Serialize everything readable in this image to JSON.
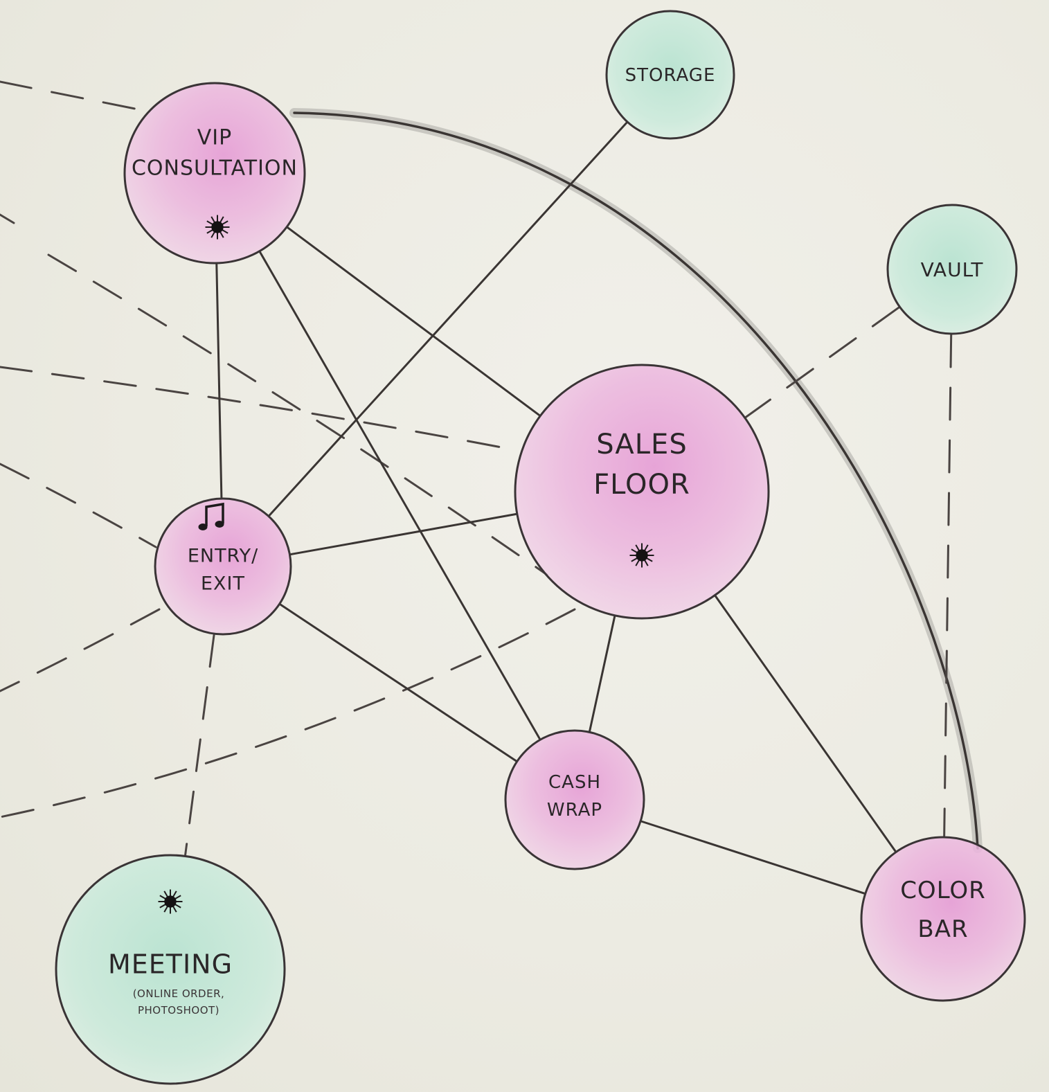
{
  "colors": {
    "paper": "#ecebe2",
    "ink": "#3a3436",
    "pink_wash": "#e9a3d8",
    "mint_wash": "#bfe6d6"
  },
  "nodes": {
    "vip_consultation": {
      "lines": [
        "VIP",
        "CONSULTATION"
      ],
      "fill": "pink",
      "marker": "sun-icon"
    },
    "storage": {
      "lines": [
        "STORAGE"
      ],
      "fill": "mint"
    },
    "vault": {
      "lines": [
        "VAULT"
      ],
      "fill": "mint"
    },
    "sales_floor": {
      "lines": [
        "SALES",
        "FLOOR"
      ],
      "fill": "pink",
      "marker": "sun-icon"
    },
    "entry_exit": {
      "lines": [
        "ENTRY/",
        "EXIT"
      ],
      "fill": "pink",
      "marker": "music-note-icon"
    },
    "cash_wrap": {
      "lines": [
        "CASH",
        "WRAP"
      ],
      "fill": "pink"
    },
    "color_bar": {
      "lines": [
        "COLOR",
        "BAR"
      ],
      "fill": "pink"
    },
    "meeting": {
      "lines": [
        "MEETING"
      ],
      "sub_lines": [
        "(ONLINE ORDER,",
        "PHOTOSHOOT)"
      ],
      "fill": "mint",
      "marker": "sun-icon"
    }
  },
  "links": {
    "solid": [
      [
        "vip_consultation",
        "sales_floor"
      ],
      [
        "vip_consultation",
        "entry_exit"
      ],
      [
        "vip_consultation",
        "cash_wrap"
      ],
      [
        "storage",
        "entry_exit"
      ],
      [
        "entry_exit",
        "sales_floor"
      ],
      [
        "entry_exit",
        "cash_wrap"
      ],
      [
        "sales_floor",
        "cash_wrap"
      ],
      [
        "sales_floor",
        "color_bar"
      ],
      [
        "cash_wrap",
        "color_bar"
      ]
    ],
    "dashed": [
      [
        "vault",
        "sales_floor"
      ],
      [
        "vault",
        "color_bar"
      ],
      [
        "entry_exit",
        "meeting"
      ]
    ]
  }
}
